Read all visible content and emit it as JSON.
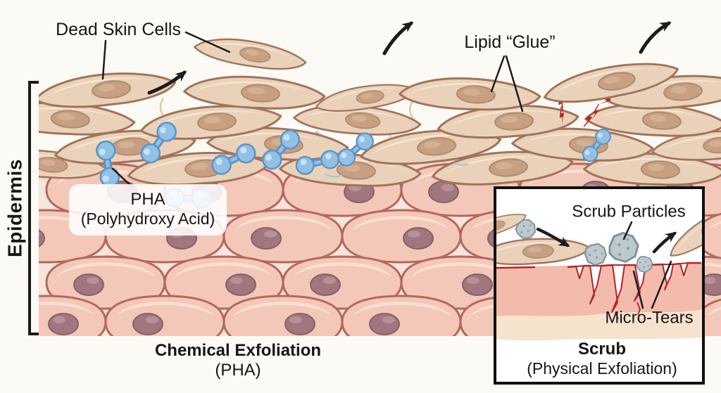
{
  "figure": {
    "background_color": "#fcfaf5",
    "labels": {
      "dead_skin_cells": "Dead Skin Cells",
      "lipid_glue": "Lipid “Glue”",
      "pha_name": "PHA",
      "pha_full": "(Polyhydroxy Acid)",
      "epidermis": "Epidermis"
    },
    "caption": {
      "title": "Chemical Exfoliation",
      "subtitle": "(PHA)"
    },
    "inset": {
      "scrub_particles": "Scrub Particles",
      "micro_tears": "Micro-Tears",
      "caption_title": "Scrub",
      "caption_sub": "(Physical Exfoliation)"
    },
    "colors": {
      "dead_cell_fill": "#ead2ba",
      "dead_cell_outline": "#a1735a",
      "dead_cell_nucleus": "#c7a083",
      "living_cell_fill": "#f3c8b9",
      "living_cell_outline": "#b4685c",
      "living_cell_nucleus": "#a2767e",
      "pha_molecule": "#92c1e5",
      "pha_molecule_outline": "#5d94c4",
      "tear_red": "#b5222a",
      "scrub_particle": "#bcc9cd",
      "lipid_strand": "#d8c18e",
      "annotation_ink": "#1c1c1c"
    }
  }
}
